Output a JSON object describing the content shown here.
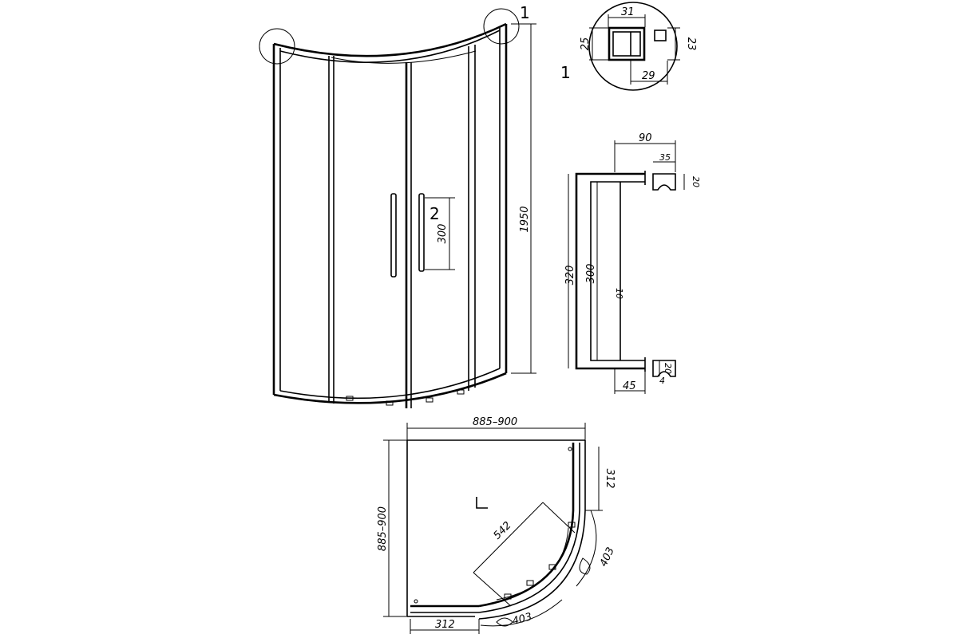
{
  "front_view": {
    "height_label": "1950",
    "detail_marker": "1",
    "handle_marker": "2",
    "handle_length": "300"
  },
  "profile_detail": {
    "marker": "1",
    "dim_top": "31",
    "dim_left": "25",
    "dim_right": "23",
    "dim_bottom": "29"
  },
  "handle_detail": {
    "dim_width": "90",
    "dim_mount": "35",
    "dim_mount_h_top": "20",
    "dim_total": "320",
    "dim_inner": "300",
    "dim_bar": "10",
    "dim_mount_h_bottom": "20",
    "dim_gap": "4",
    "dim_bottom_width": "45"
  },
  "plan_view": {
    "width_label": "885–900",
    "depth_label": "885–900",
    "side_top": "312",
    "side_bottom": "312",
    "radius_label": "542",
    "arc_top": "403",
    "arc_bottom": "403",
    "corner_mark": "L"
  }
}
